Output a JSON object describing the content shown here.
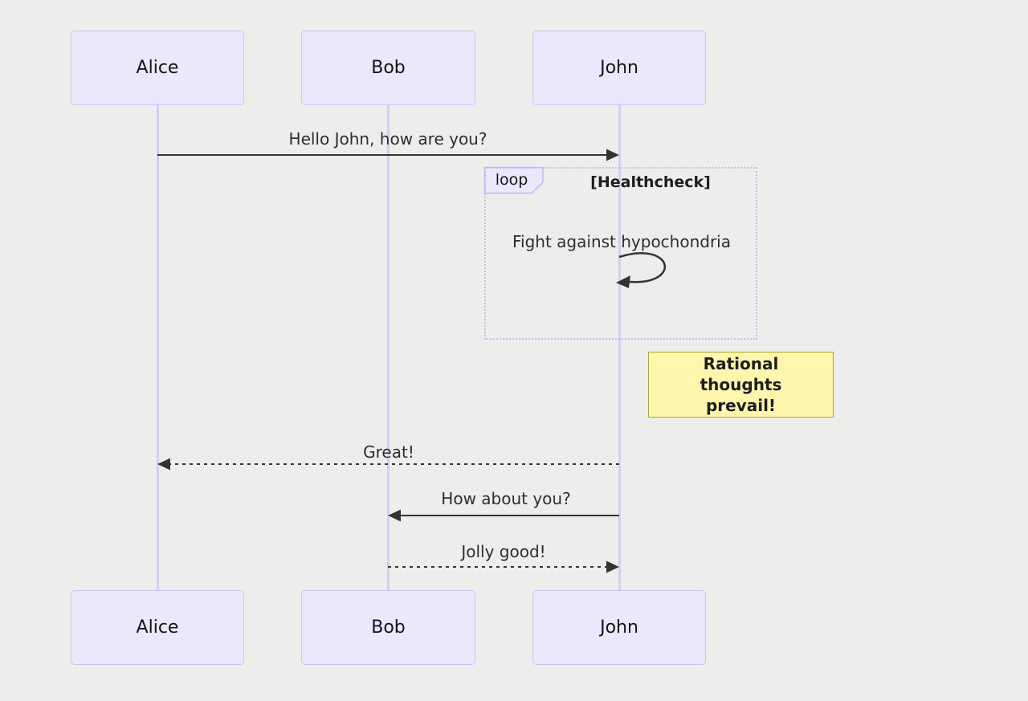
{
  "diagram_type": "sequence",
  "actors": [
    {
      "name": "Alice"
    },
    {
      "name": "Bob"
    },
    {
      "name": "John"
    }
  ],
  "messages": [
    {
      "from": "Alice",
      "to": "John",
      "text": "Hello John, how are you?",
      "line": "solid",
      "arrow": "filled-right"
    },
    {
      "from": "John",
      "to": "John",
      "text": "Fight against hypochondria",
      "line": "self-loop",
      "arrow": "filled-left"
    },
    {
      "from": "John",
      "to": "Alice",
      "text": "Great!",
      "line": "dashed",
      "arrow": "filled-left"
    },
    {
      "from": "John",
      "to": "Bob",
      "text": "How about you?",
      "line": "solid",
      "arrow": "filled-left"
    },
    {
      "from": "Bob",
      "to": "John",
      "text": "Jolly good!",
      "line": "dashed",
      "arrow": "filled-right"
    }
  ],
  "loop": {
    "label": "loop",
    "condition": "[Healthcheck]"
  },
  "note": {
    "position": "right of John",
    "text": "Rational thoughts prevail!"
  },
  "colors": {
    "background": "#ededec",
    "actor_fill": "#e9e8fc",
    "actor_border": "#cfc3ee",
    "lifeline": "#d7ccf3",
    "loop_border": "#c7b7ef",
    "loop_tag_fill": "#e9e8fc",
    "note_fill": "#fff5ad",
    "note_border": "#a8a83c",
    "message_line": "#333333",
    "text": "#1c1e1f"
  }
}
